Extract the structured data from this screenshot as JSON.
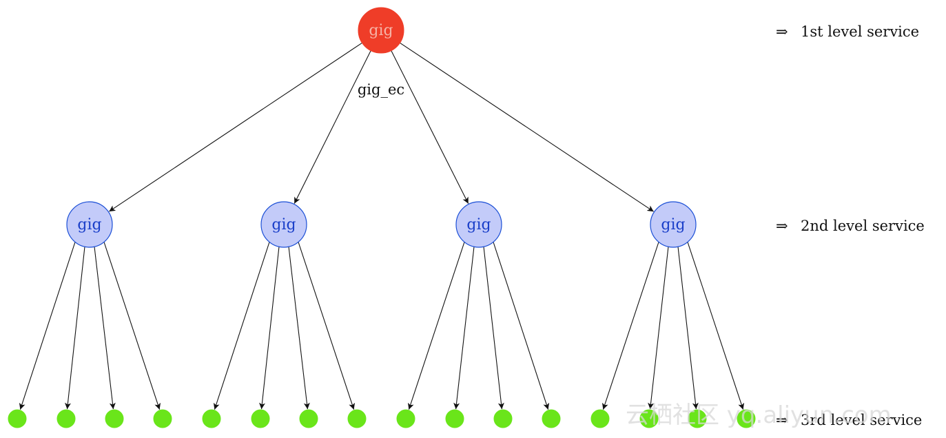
{
  "tree": {
    "root": {
      "label": "gig",
      "color": "#ef3d28"
    },
    "edge_label": "gig_ec",
    "second_level": [
      {
        "label": "gig"
      },
      {
        "label": "gig"
      },
      {
        "label": "gig"
      },
      {
        "label": "gig"
      }
    ],
    "children_per_node": 4,
    "colors": {
      "second_level_fill": "#c3cbf9",
      "second_level_stroke": "#1b4fd6",
      "leaf_fill": "#6ae51a",
      "edge": "#111111"
    }
  },
  "levels": [
    {
      "arrow": "⇒",
      "label": "1st level service"
    },
    {
      "arrow": "⇒",
      "label": "2nd level service"
    },
    {
      "arrow": "⇒",
      "label": "3rd level service"
    }
  ],
  "watermark": "云栖社区 yq.aliyun.com"
}
